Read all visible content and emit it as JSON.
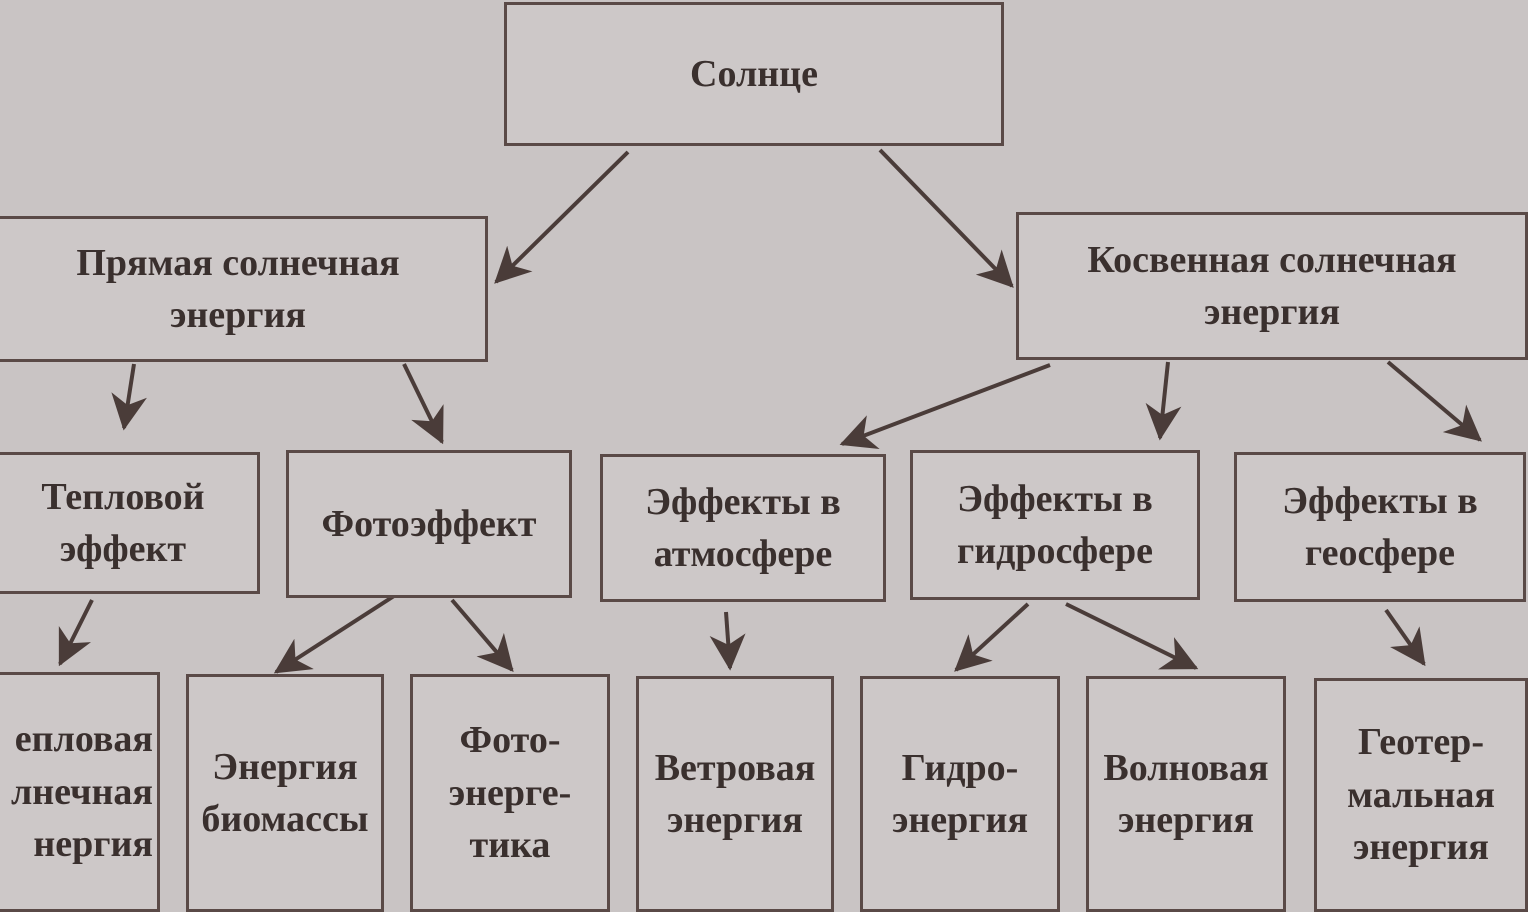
{
  "nodes": {
    "sun": "Солнце",
    "direct": "Прямая солнечная\nэнергия",
    "indirect": "Косвенная солнечная\nэнергия",
    "thermal_effect": "Тепловой\nэффект",
    "photoeffect": "Фотоэффект",
    "atmosphere": "Эффекты в\nатмосфере",
    "hydrosphere": "Эффекты в\nгидросфере",
    "geosphere": "Эффекты в\nгеосфере",
    "thermal_energy": "епловая\nлнечная\nнергия",
    "biomass": "Энергия\nбиомассы",
    "photoenergy": "Фото-\nэнерге-\nтика",
    "wind": "Ветровая\nэнергия",
    "hydro": "Гидро-\nэнергия",
    "wave": "Волновая\nэнергия",
    "geothermal": "Геотер-\nмальная\nэнергия"
  },
  "edges": [
    [
      "sun",
      "direct"
    ],
    [
      "sun",
      "indirect"
    ],
    [
      "direct",
      "thermal_effect"
    ],
    [
      "direct",
      "photoeffect"
    ],
    [
      "indirect",
      "atmosphere"
    ],
    [
      "indirect",
      "hydrosphere"
    ],
    [
      "indirect",
      "geosphere"
    ],
    [
      "thermal_effect",
      "thermal_energy"
    ],
    [
      "photoeffect",
      "biomass"
    ],
    [
      "photoeffect",
      "photoenergy"
    ],
    [
      "atmosphere",
      "wind"
    ],
    [
      "hydrosphere",
      "hydro"
    ],
    [
      "hydrosphere",
      "wave"
    ],
    [
      "geosphere",
      "geothermal"
    ]
  ]
}
